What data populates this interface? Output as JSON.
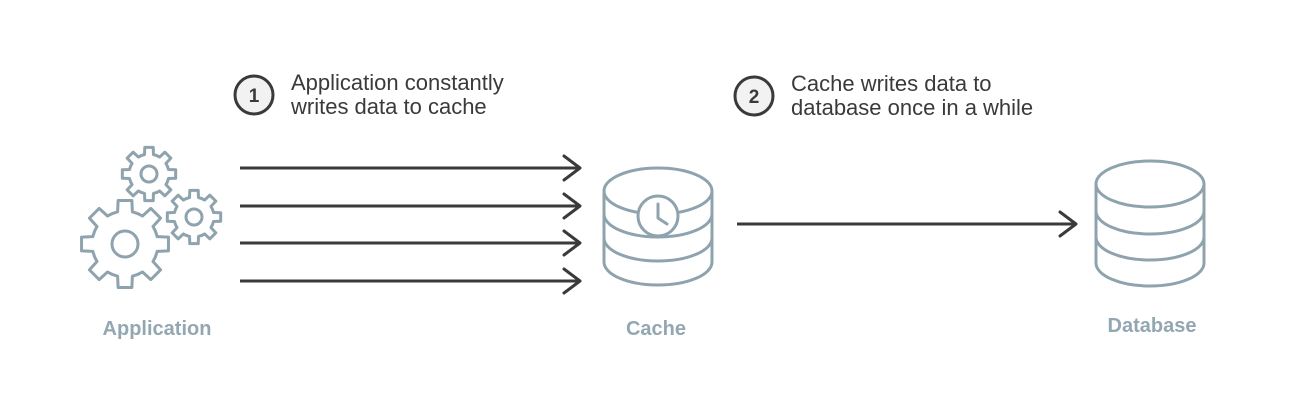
{
  "steps": [
    {
      "number": "1",
      "line1": "Application constantly",
      "line2": "writes data to cache"
    },
    {
      "number": "2",
      "line1": "Cache writes data to",
      "line2": "database once in a while"
    }
  ],
  "nodes": {
    "application": {
      "label": "Application",
      "icon": "gears-icon"
    },
    "cache": {
      "label": "Cache",
      "icon": "database-clock-icon"
    },
    "database": {
      "label": "Database",
      "icon": "database-icon"
    }
  },
  "colors": {
    "icon_stroke": "#8fa3ae",
    "label": "#93a7b3",
    "arrow": "#3a3a3a",
    "text": "#3a3a3a",
    "step_circle_fill": "#f2f2f2"
  }
}
